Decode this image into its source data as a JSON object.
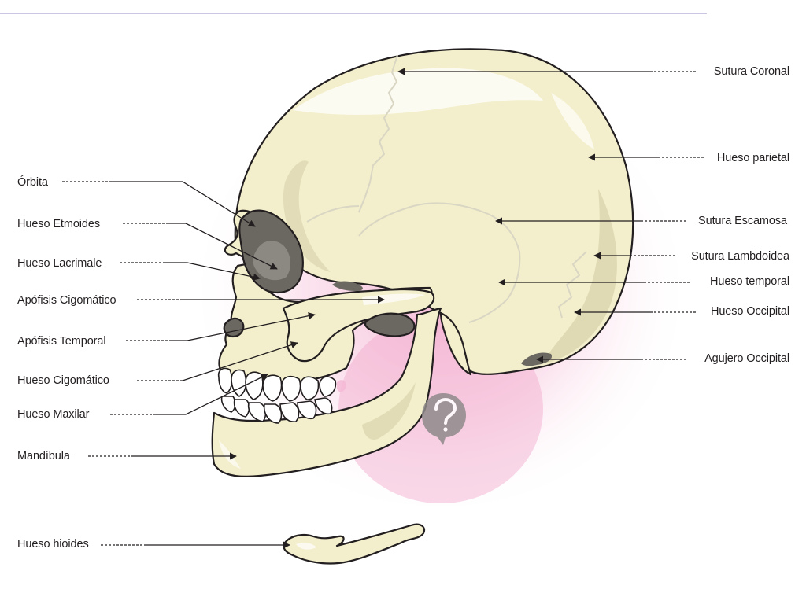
{
  "colors": {
    "bone": "#f3efcc",
    "bone_shadow": "#d9d4ad",
    "outline": "#231f20",
    "cavity": "#6b6862",
    "glow": "#f4b6d4",
    "header_rule": "#b9b3dc",
    "watermark": "#8f8a8a"
  },
  "labels": {
    "left": [
      {
        "id": "orbita",
        "text": "Órbita"
      },
      {
        "id": "etmoides",
        "text": "Hueso Etmoides"
      },
      {
        "id": "lacrimale",
        "text": "Hueso Lacrimale"
      },
      {
        "id": "apofisis-cigomatico",
        "text": "Apófisis Cigomático"
      },
      {
        "id": "apofisis-temporal",
        "text": "Apófisis Temporal"
      },
      {
        "id": "cigomatico",
        "text": "Hueso Cigomático"
      },
      {
        "id": "maxilar",
        "text": "Hueso Maxilar"
      },
      {
        "id": "mandibula",
        "text": "Mandíbula"
      },
      {
        "id": "hioides",
        "text": "Hueso hioides"
      }
    ],
    "right": [
      {
        "id": "sutura-coronal",
        "text": "Sutura Coronal"
      },
      {
        "id": "parietal",
        "text": "Hueso parietal"
      },
      {
        "id": "sutura-escamosa",
        "text": "Sutura Escamosa"
      },
      {
        "id": "sutura-lambdoidea",
        "text": "Sutura Lambdoidea"
      },
      {
        "id": "temporal",
        "text": "Hueso temporal"
      },
      {
        "id": "occipital",
        "text": "Hueso Occipital"
      },
      {
        "id": "agujero-occipital",
        "text": "Agujero Occipital"
      }
    ]
  },
  "watermark_icon": "question-mark-icon"
}
